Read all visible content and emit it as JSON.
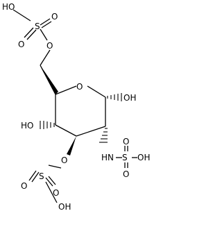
{
  "structure": {
    "labels": {
      "top_sulfate_oh": "HO",
      "top_sulfate_s": "S",
      "top_sulfate_o_left": "O",
      "top_sulfate_o_right": "O",
      "c6_linker_o": "O",
      "ring_o": "O",
      "c4_oh": "HO",
      "c1_oh": "OH",
      "c3_linker_o": "O",
      "bottom_sulfate_s": "S",
      "bottom_sulfate_o_left": "O",
      "bottom_sulfate_o_right": "O",
      "bottom_sulfate_oh": "OH",
      "nh": "HN",
      "sulfamate_s": "S",
      "sulfamate_o_top": "O",
      "sulfamate_o_bottom": "O",
      "sulfamate_oh": "OH"
    }
  }
}
